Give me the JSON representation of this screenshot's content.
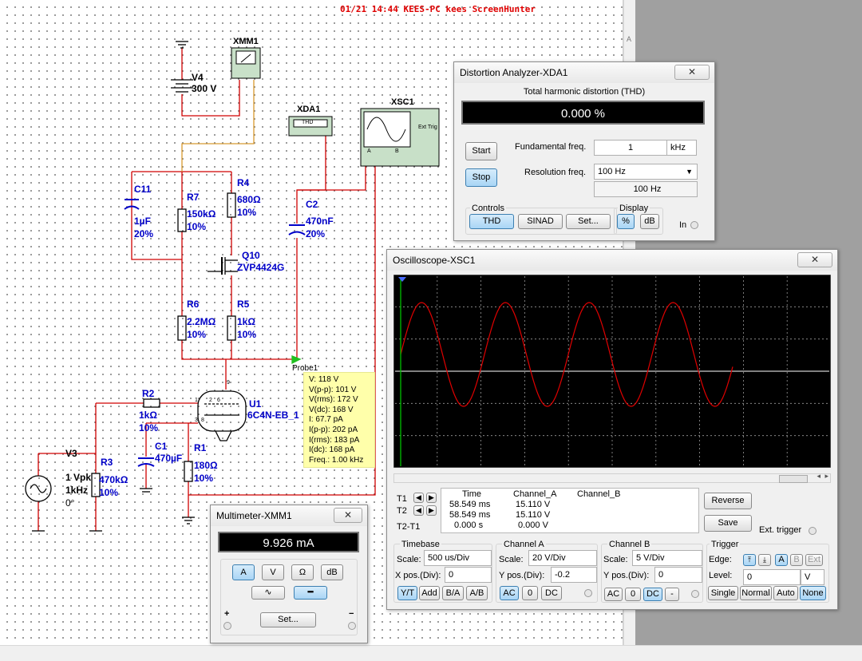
{
  "screenshot_title": "01/21 14:44 KEES-PC kees ScreenHunter",
  "schematic": {
    "xmm1": "XMM1",
    "v4_name": "V4",
    "v4_value": "300 V",
    "xda1": "XDA1",
    "xda1_screen": "THD",
    "xsc1": "XSC1",
    "xsc1_ext": "Ext Trig",
    "xsc1_a": "A",
    "xsc1_b": "B",
    "c11_name": "C11",
    "c11_value": "1µF",
    "c11_tol": "20%",
    "r7_name": "R7",
    "r7_value": "150kΩ",
    "r7_tol": "10%",
    "r4_name": "R4",
    "r4_value": "680Ω",
    "r4_tol": "10%",
    "c2_name": "C2",
    "c2_value": "470nF",
    "c2_tol": "20%",
    "q10_name": "Q10",
    "q10_value": "ZVP4424G",
    "r6_name": "R6",
    "r6_value": "2.2MΩ",
    "r6_tol": "10%",
    "r5_name": "R5",
    "r5_value": "1kΩ",
    "r5_tol": "10%",
    "probe_name": "Probe1",
    "r2_name": "R2",
    "r2_value": "1kΩ",
    "r2_tol": "10%",
    "u1_name": "U1",
    "u1_value": "6C4N-EB_1",
    "c1_name": "C1",
    "c1_value": "470µF",
    "r1_name": "R1",
    "r1_value": "180Ω",
    "r1_tol": "10%",
    "v3_name": "V3",
    "v3_amp": "1 Vpk",
    "v3_freq": "1kHz",
    "v3_phase": "0°",
    "r3_name": "R3",
    "r3_value": "470kΩ",
    "r3_tol": "10%",
    "pin_labels": [
      "9",
      "1",
      "2",
      "6",
      "3",
      "8"
    ]
  },
  "probe": {
    "lines": [
      "V: 118 V",
      "V(p-p): 101 V",
      "V(rms): 172 V",
      "V(dc): 168 V",
      "I: 67.7 pA",
      "I(p-p): 202 pA",
      "I(rms): 183 pA",
      "I(dc): 168 pA",
      "Freq.: 1.00 kHz"
    ]
  },
  "distortion": {
    "title": "Distortion Analyzer-XDA1",
    "close": "✕",
    "thd_header": "Total harmonic distortion (THD)",
    "thd_value": "0.000 %",
    "start": "Start",
    "stop": "Stop",
    "fund_label": "Fundamental freq.",
    "fund_value": "1",
    "fund_unit": "kHz",
    "res_label": "Resolution freq.",
    "res_value": "100 Hz",
    "res_display": "100 Hz",
    "controls_label": "Controls",
    "thd_btn": "THD",
    "sinad_btn": "SINAD",
    "set_btn": "Set...",
    "display_label": "Display",
    "pct_btn": "%",
    "db_btn": "dB",
    "in_label": "In"
  },
  "oscilloscope": {
    "title": "Oscilloscope-XSC1",
    "close": "✕",
    "trace_color": "#e00000",
    "cursor_color": "#00c000",
    "table_headers": [
      "Time",
      "Channel_A",
      "Channel_B"
    ],
    "t1_label": "T1",
    "t2_label": "T2",
    "t2t1_label": "T2-T1",
    "rows": [
      {
        "time": "58.549 ms",
        "cha": "15.110 V",
        "chb": ""
      },
      {
        "time": "58.549 ms",
        "cha": "15.110 V",
        "chb": ""
      },
      {
        "time": "0.000 s",
        "cha": "0.000 V",
        "chb": ""
      }
    ],
    "reverse": "Reverse",
    "save": "Save",
    "ext_trigger": "Ext. trigger",
    "timebase_label": "Timebase",
    "tb_scale_label": "Scale:",
    "tb_scale": "500 us/Div",
    "tb_xpos_label": "X pos.(Div):",
    "tb_xpos": "0",
    "yt": "Y/T",
    "add": "Add",
    "ba": "B/A",
    "ab": "A/B",
    "cha_label": "Channel A",
    "cha_scale_label": "Scale:",
    "cha_scale": "20  V/Div",
    "cha_ypos_label": "Y pos.(Div):",
    "cha_ypos": "-0.2",
    "ac": "AC",
    "zero": "0",
    "dc": "DC",
    "chb_label": "Channel B",
    "chb_scale_label": "Scale:",
    "chb_scale": "5  V/Div",
    "chb_ypos_label": "Y pos.(Div):",
    "chb_ypos": "0",
    "minus": "-",
    "trigger_label": "Trigger",
    "edge_label": "Edge:",
    "edge_a": "A",
    "edge_b": "B",
    "edge_ext": "Ext",
    "level_label": "Level:",
    "level_value": "0",
    "level_unit": "V",
    "single": "Single",
    "normal": "Normal",
    "auto": "Auto",
    "none": "None"
  },
  "multimeter": {
    "title": "Multimeter-XMM1",
    "close": "✕",
    "reading": "9.926 mA",
    "a": "A",
    "v": "V",
    "ohm": "Ω",
    "db": "dB",
    "set": "Set...",
    "plus": "+",
    "minus": "−"
  }
}
